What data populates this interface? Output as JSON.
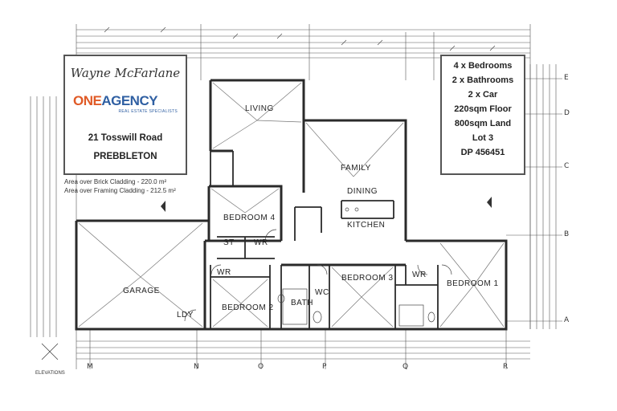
{
  "agent": {
    "name": "Wayne McFarlane",
    "logo_one": "ONE",
    "logo_agency": "AGENCY",
    "logo_tagline": "REAL ESTATE SPECIALISTS",
    "address_line1": "21 Tosswill Road",
    "address_line2": "PREBBLETON"
  },
  "details": {
    "bedrooms": "4 x Bedrooms",
    "bathrooms": "2 x Bathrooms",
    "garage": "2 x Car",
    "floor_area": "220sqm Floor",
    "land_area": "800sqm Land",
    "lot": "Lot 3",
    "dp": "DP 456451"
  },
  "area_notes": {
    "brick": "Area over Brick Cladding - 220.0 m²",
    "framing": "Area over Framing Cladding - 212.5 m²"
  },
  "rooms": {
    "living": "LIVING",
    "family": "FAMILY",
    "dining": "DINING",
    "kitchen": "KITCHEN",
    "bedroom4": "BEDROOM 4",
    "st": "ST",
    "wr_bed4": "WR",
    "garage": "GARAGE",
    "ldy": "LDY",
    "wr_bed2": "WR",
    "bedroom2": "BEDROOM 2",
    "bath": "BATH",
    "wc": "WC",
    "bedroom3": "BEDROOM 3",
    "wr_bed1": "WR",
    "bedroom1": "BEDROOM 1"
  },
  "grid": {
    "bottom": [
      "M",
      "N",
      "O",
      "P",
      "Q",
      "R"
    ],
    "right": [
      "A",
      "B",
      "C",
      "D",
      "E"
    ],
    "elevations": "ELEVATIONS"
  },
  "colors": {
    "line": "#2a2a2a",
    "box_border": "#555555",
    "brand_orange": "#e05a26",
    "brand_blue": "#2f5fa2"
  }
}
